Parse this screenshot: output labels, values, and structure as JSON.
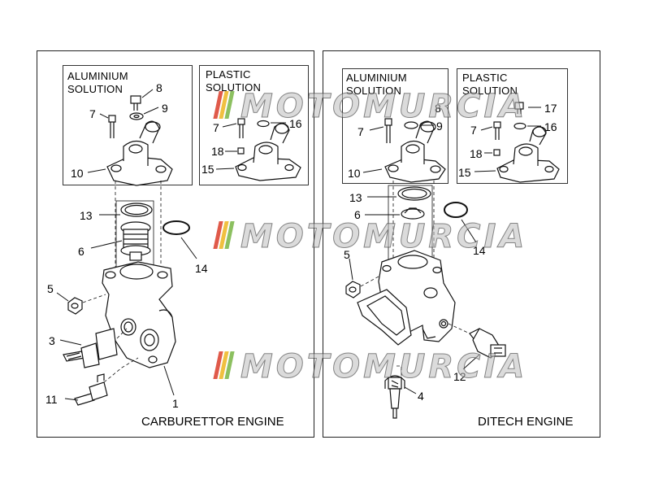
{
  "left_panel": {
    "title": "CARBURETTOR ENGINE",
    "aluminium_caption": [
      "ALUMINIUM",
      "SOLUTION"
    ],
    "plastic_caption": [
      "PLASTIC",
      "SOLUTION"
    ],
    "labels": {
      "al_8": "8",
      "al_9": "9",
      "al_7": "7",
      "al_10": "10",
      "pl_7": "7",
      "pl_16": "16",
      "pl_18": "18",
      "pl_15": "15",
      "n13": "13",
      "n6": "6",
      "n14": "14",
      "n5": "5",
      "n3": "3",
      "n11": "11",
      "n1": "1"
    }
  },
  "right_panel": {
    "title": "DITECH ENGINE",
    "aluminium_caption": [
      "ALUMINIUM",
      "SOLUTION"
    ],
    "plastic_caption": [
      "PLASTIC",
      "SOLUTION"
    ],
    "labels": {
      "al_8": "8",
      "al_9": "9",
      "al_7": "7",
      "al_10": "10",
      "pl_17": "17",
      "pl_7": "7",
      "pl_16": "16",
      "pl_18": "18",
      "pl_15": "15",
      "n13": "13",
      "n6": "6",
      "n14": "14",
      "n5": "5",
      "n12": "12",
      "n4": "4"
    }
  },
  "watermark": {
    "text": "MOTOMURCIA",
    "stripe_colors": [
      "#e05a4a",
      "#f0c040",
      "#8cc060"
    ]
  }
}
